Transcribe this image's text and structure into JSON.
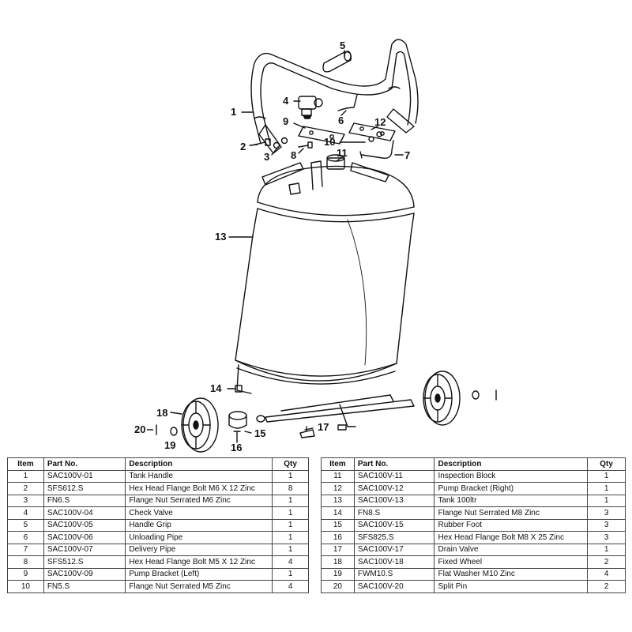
{
  "callouts": [
    {
      "id": "1",
      "label": "1"
    },
    {
      "id": "2",
      "label": "2"
    },
    {
      "id": "3",
      "label": "3"
    },
    {
      "id": "4",
      "label": "4"
    },
    {
      "id": "5",
      "label": "5"
    },
    {
      "id": "6",
      "label": "6"
    },
    {
      "id": "7",
      "label": "7"
    },
    {
      "id": "8",
      "label": "8"
    },
    {
      "id": "9",
      "label": "9"
    },
    {
      "id": "10",
      "label": "10"
    },
    {
      "id": "11",
      "label": "11"
    },
    {
      "id": "12",
      "label": "12"
    },
    {
      "id": "13",
      "label": "13"
    },
    {
      "id": "14",
      "label": "14"
    },
    {
      "id": "15",
      "label": "15"
    },
    {
      "id": "16",
      "label": "16"
    },
    {
      "id": "17",
      "label": "17"
    },
    {
      "id": "18",
      "label": "18"
    },
    {
      "id": "19",
      "label": "19"
    },
    {
      "id": "20",
      "label": "20"
    }
  ],
  "table": {
    "headers": {
      "item": "Item",
      "part_no": "Part No.",
      "description": "Description",
      "qty": "Qty"
    },
    "left_rows": [
      {
        "item": "1",
        "part_no": "SAC100V-01",
        "description": "Tank Handle",
        "qty": "1"
      },
      {
        "item": "2",
        "part_no": "SFS612.S",
        "description": "Hex Head Flange Bolt M6 X 12 Zinc",
        "qty": "8"
      },
      {
        "item": "3",
        "part_no": "FN6.S",
        "description": "Flange Nut Serrated M6 Zinc",
        "qty": "1"
      },
      {
        "item": "4",
        "part_no": "SAC100V-04",
        "description": "Check Valve",
        "qty": "1"
      },
      {
        "item": "5",
        "part_no": "SAC100V-05",
        "description": "Handle Grip",
        "qty": "1"
      },
      {
        "item": "6",
        "part_no": "SAC100V-06",
        "description": "Unloading Pipe",
        "qty": "1"
      },
      {
        "item": "7",
        "part_no": "SAC100V-07",
        "description": "Delivery Pipe",
        "qty": "1"
      },
      {
        "item": "8",
        "part_no": "SFS512.S",
        "description": "Hex Head Flange Bolt M5 X 12 Zinc",
        "qty": "4"
      },
      {
        "item": "9",
        "part_no": "SAC100V-09",
        "description": "Pump Bracket (Left)",
        "qty": "1"
      },
      {
        "item": "10",
        "part_no": "FN5.S",
        "description": "Flange Nut Serrated M5 Zinc",
        "qty": "4"
      }
    ],
    "right_rows": [
      {
        "item": "11",
        "part_no": "SAC100V-11",
        "description": "Inspection Block",
        "qty": "1"
      },
      {
        "item": "12",
        "part_no": "SAC100V-12",
        "description": "Pump Bracket (Right)",
        "qty": "1"
      },
      {
        "item": "13",
        "part_no": "SAC100V-13",
        "description": "Tank 100ltr",
        "qty": "1"
      },
      {
        "item": "14",
        "part_no": "FN8.S",
        "description": "Flange Nut Serrated M8 Zinc",
        "qty": "3"
      },
      {
        "item": "15",
        "part_no": "SAC100V-15",
        "description": "Rubber Foot",
        "qty": "3"
      },
      {
        "item": "16",
        "part_no": "SFS825.S",
        "description": "Hex Head Flange Bolt M8 X 25 Zinc",
        "qty": "3"
      },
      {
        "item": "17",
        "part_no": "SAC100V-17",
        "description": "Drain Valve",
        "qty": "1"
      },
      {
        "item": "18",
        "part_no": "SAC100V-18",
        "description": "Fixed Wheel",
        "qty": "2"
      },
      {
        "item": "19",
        "part_no": "FWM10.S",
        "description": "Flat Washer M10 Zinc",
        "qty": "4"
      },
      {
        "item": "20",
        "part_no": "SAC100V-20",
        "description": "Split Pin",
        "qty": "2"
      }
    ]
  }
}
